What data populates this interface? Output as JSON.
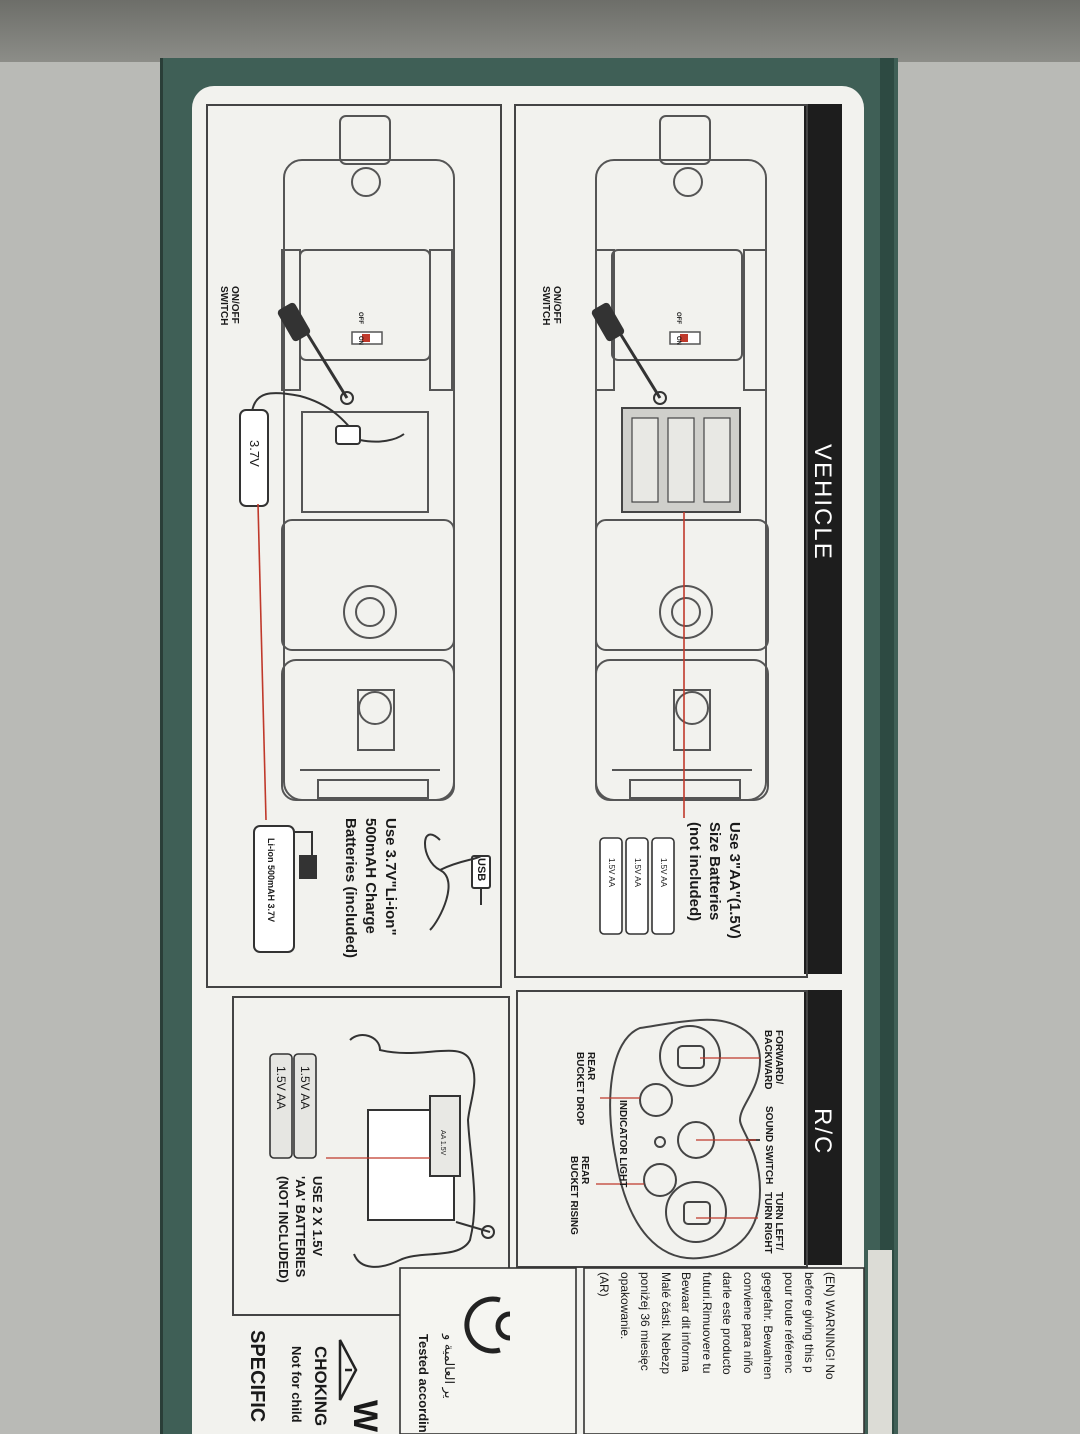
{
  "vehicle_header": "VEHICLE",
  "rc_header": "R/C",
  "li_panel": {
    "switch_label": "ON/OFF\nSWITCH",
    "battery_label": "3.7V",
    "usb_label": "USB",
    "caption": "Use 3.7V\"Li-ion\"\n500mAH Charge\nBatteries (included)",
    "pack_label": "Li-ion 500mAH  3.7V",
    "sw_on": "ON",
    "sw_off": "OFF"
  },
  "aa_panel": {
    "switch_label": "ON/OFF\nSWITCH",
    "caption": "Use 3\"AA\"(1.5V)\nSize Batteries\n(not included)",
    "battery_cells": [
      "1.5V AA",
      "1.5V AA",
      "1.5V AA"
    ],
    "sw_on": "ON",
    "sw_off": "OFF"
  },
  "remote_panel": {
    "forward_backward": "FORWARD/\nBACKWARD",
    "sound_switch": "SOUND SWITCH",
    "turn": "TURN LEFT/\nTURN RIGHT",
    "rear_drop": "REAR\nBUCKET DROP",
    "indicator": "INDICATOR LIGHT",
    "rear_rising": "REAR\nBUCKET RISING"
  },
  "remote_battery_panel": {
    "caption": "USE 2 X 1.5V\n'AA' BATTERIES\n(NOT INCLUDED)",
    "cells": [
      "1.5V AA",
      "1.5V AA"
    ],
    "compartment_label": "AA 1.5V"
  },
  "bottom": {
    "warning_text": "(EN) WARNING! No\nbefore giving this p\npour toute référenc\ngegefahr. Bewahren\nconviene para niño\ndarle este producto\nfuturi.Rimuovere tu\nBewaar dit informa\nMalé části. Nebezp\nponiżej 36 miesięc\nopakowanie.\n(AR)",
    "tested": "Tested accordin",
    "arabic": "ير العالمية و",
    "choking": "CHOKING",
    "not_for": "Not for child",
    "w_letter": "W",
    "specific": "SPECIFIC"
  },
  "colors": {
    "box_teal": "#3f5f56",
    "panel": "#f2f2ee",
    "header_bar": "#1d1d1d",
    "wire_red": "#c0392b"
  }
}
